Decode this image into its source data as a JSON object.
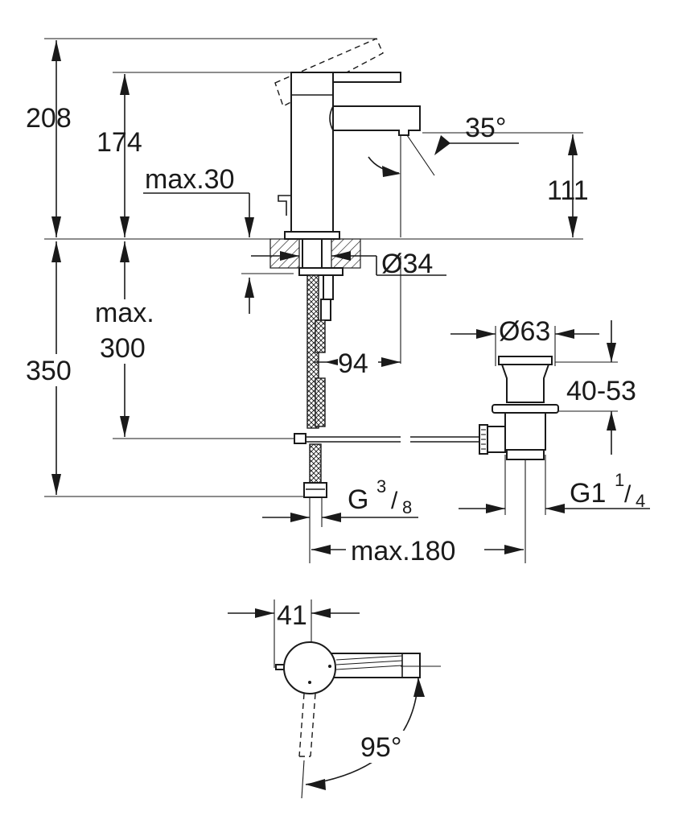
{
  "dimensions": {
    "total_height": "208",
    "spout_height": "174",
    "max_deck": "max.30",
    "spout_angle": "35°",
    "spout_clearance": "111",
    "hole_diameter": "Ø34",
    "below_deck_max_1": "max.",
    "below_deck_max_2": "300",
    "below_deck": "350",
    "projection": "94",
    "waste_diameter": "Ø63",
    "waste_range": "40-53",
    "connection_main": "G",
    "connection_num": "3",
    "connection_den": "8",
    "waste_thread_main": "G1",
    "waste_thread_num": "1",
    "waste_thread_den": "4",
    "max_reach": "max.180",
    "body_diameter": "41",
    "swivel_angle": "95°"
  },
  "colors": {
    "line": "#1a1a1a",
    "background": "#ffffff"
  }
}
